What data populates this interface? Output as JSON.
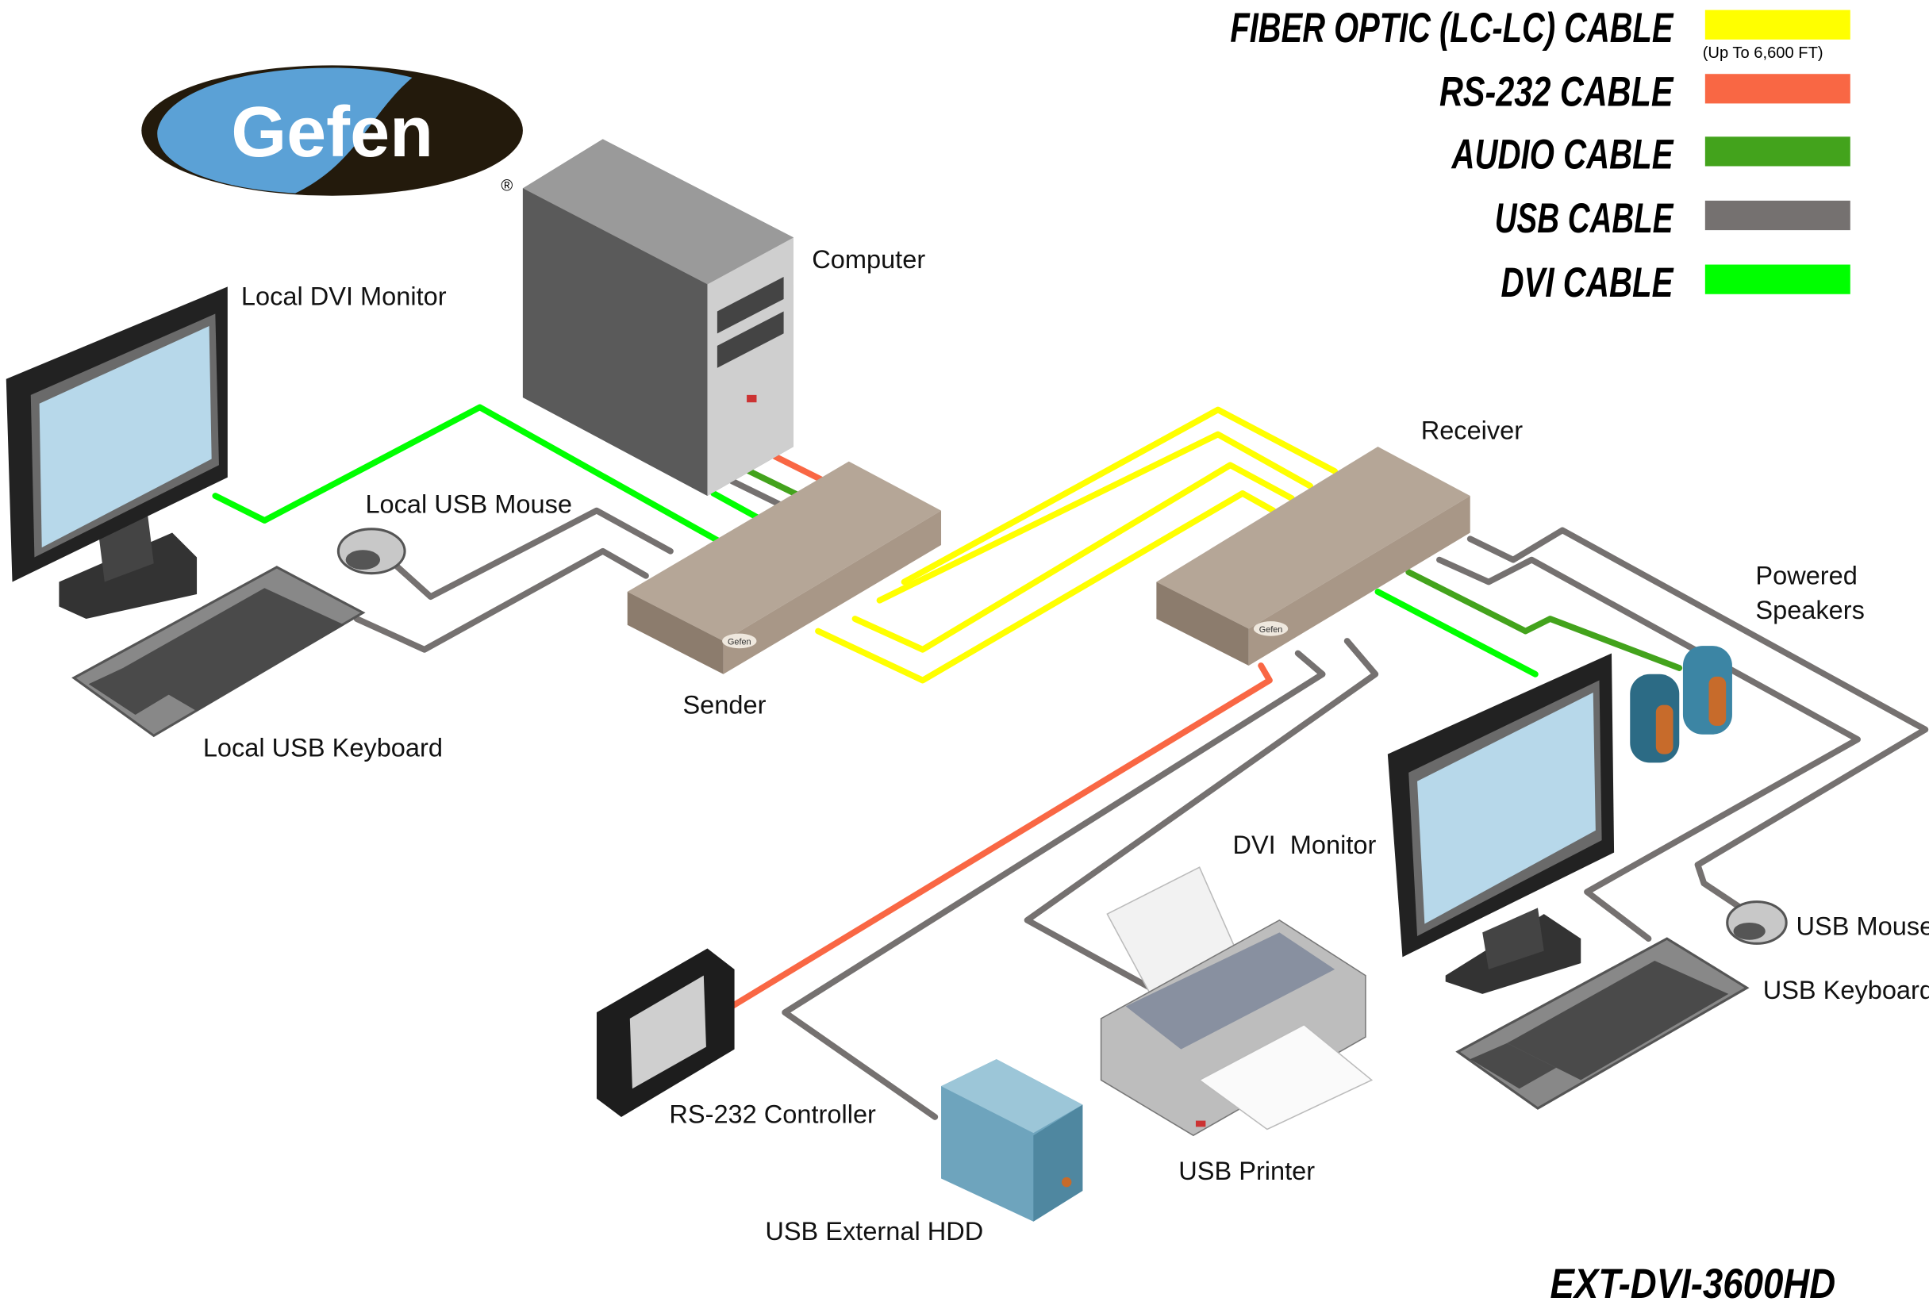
{
  "logo": {
    "text": "Gefen",
    "registered": "®"
  },
  "legend": [
    {
      "label": "FIBER OPTIC (LC-LC) CABLE",
      "color": "#ffff00",
      "note": "(Up To 6,600 FT)"
    },
    {
      "label": "RS-232 CABLE",
      "color": "#f96744"
    },
    {
      "label": "AUDIO CABLE",
      "color": "#43a31c"
    },
    {
      "label": "USB CABLE",
      "color": "#757170"
    },
    {
      "label": "DVI CABLE",
      "color": "#00ff00"
    }
  ],
  "labels": {
    "computer": "Computer",
    "local_monitor": "Local DVI Monitor",
    "local_mouse": "Local USB Mouse",
    "local_keyboard": "Local USB Keyboard",
    "sender": "Sender",
    "receiver": "Receiver",
    "speakers_1": "Powered",
    "speakers_2": "Speakers",
    "dvi_monitor": "DVI  Monitor",
    "usb_mouse": "USB Mouse",
    "usb_keyboard": "USB Keyboard",
    "rs232_controller": "RS-232 Controller",
    "usb_printer": "USB Printer",
    "usb_hdd": "USB External HDD",
    "device_brand": "Gefen"
  },
  "model": "EXT-DVI-3600HD"
}
